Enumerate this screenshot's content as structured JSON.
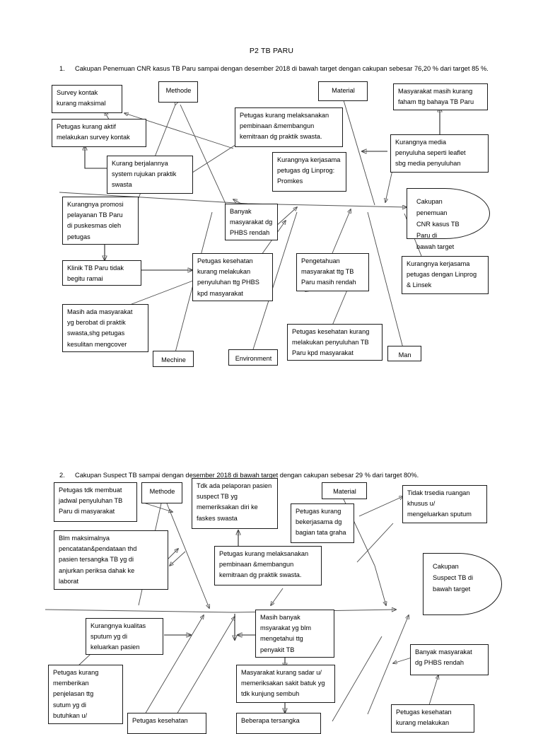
{
  "document": {
    "title": "P2 TB PARU"
  },
  "sections": [
    {
      "number": "1.",
      "statement": "Cakupan Penemuan CNR kasus TB Paru sampai dengan desember 2018 di bawah target dengan cakupan sebesar 76,20 % dari target 85 %.",
      "effect": "Cakupan penemuan\nCNR kasus TB Paru di\nbawah target",
      "categories": [
        {
          "label": "Methode"
        },
        {
          "label": "Material"
        },
        {
          "label": "Mechine"
        },
        {
          "label": "Environment"
        },
        {
          "label": "Man"
        }
      ],
      "causes": [
        {
          "id": "d1c1",
          "text": "Survey kontak\nkurang maksimal"
        },
        {
          "id": "d1c2",
          "text": "Petugas kurang aktif\nmelakukan survey kontak"
        },
        {
          "id": "d1c3",
          "text": "Kurang berjalannya\nsystem rujukan praktik\nswasta"
        },
        {
          "id": "d1c4",
          "text": "Kurangnya promosi\npelayanan TB Paru\ndi puskesmas oleh\npetugas"
        },
        {
          "id": "d1c5",
          "text": "Klinik TB Paru tidak\nbegitu ramai"
        },
        {
          "id": "d1c6",
          "text": "Masih ada masyarakat\nyg berobat di praktik\nswasta,shg petugas\nkesulitan mengcover"
        },
        {
          "id": "d1c7",
          "text": "Petugas kurang melaksanakan\npembinaan &membangun\nkemitraan dg praktik swasta."
        },
        {
          "id": "d1c8",
          "text": "Kurangnya kerjasama\npetugas dg Linprog:\nPromkes"
        },
        {
          "id": "d1c9",
          "text": "Banyak\nmasyarakat dg\nPHBS rendah"
        },
        {
          "id": "d1c10",
          "text": "Petugas kesehatan\nkurang melakukan\npenyuluhan ttg PHBS\nkpd masyarakat"
        },
        {
          "id": "d1c11",
          "text": "Pengetahuan\nmasyarakat ttg TB\nParu masih rendah"
        },
        {
          "id": "d1c12",
          "text": "Petugas kesehatan kurang\nmelakukan penyuluhan TB\nParu kpd masyarakat"
        },
        {
          "id": "d1c13",
          "text": "Masyarakat masih kurang\nfaham ttg bahaya TB Paru"
        },
        {
          "id": "d1c14",
          "text": "Kurangnya media\npenyuluha seperti leaflet\nsbg media penyuluhan"
        },
        {
          "id": "d1c15",
          "text": "Kurangnya kerjasama\npetugas dengan Linprog\n& Linsek"
        }
      ]
    },
    {
      "number": "2.",
      "statement": "Cakupan Suspect TB  sampai dengan desember 2018 di bawah target dengan cakupan sebesar 29 % dari target 80%.",
      "effect": "Cakupan\nSuspect TB  di\nbawah target",
      "categories": [
        {
          "label": "Methode"
        },
        {
          "label": "Material"
        }
      ],
      "causes": [
        {
          "id": "d2c1",
          "text": "Petugas tdk membuat\njadwal penyuluhan TB\nParu di masyarakat"
        },
        {
          "id": "d2c2",
          "text": "Tdk ada pelaporan pasien\nsuspect TB yg\nmemeriksakan diri ke\nfaskes swasta"
        },
        {
          "id": "d2c3",
          "text": "Blm maksimalnya\npencatatan&pendataan thd\npasien tersangka TB yg di\nanjurkan periksa dahak ke\nlaborat"
        },
        {
          "id": "d2c4",
          "text": "Petugas kurang melaksanakan\npembinaan &membangun\nkemitraan dg praktik swasta."
        },
        {
          "id": "d2c5",
          "text": "Petugas kurang\nbekerjasama dg\nbagian tata graha"
        },
        {
          "id": "d2c6",
          "text": "Tidak trsedia ruangan\nkhusus u/\nmengeluarkan sputum"
        },
        {
          "id": "d2c7",
          "text": "Kurangnya kualitas\nsputum yg di\nkeluarkan pasien"
        },
        {
          "id": "d2c8",
          "text": "Masih banyak\nmsyarakat yg blm\nmengetahui ttg\npenyakit TB"
        },
        {
          "id": "d2c9",
          "text": "Petugas kurang\nmemberikan\npenjelasan ttg\nsutum yg di\nbutuhkan u/"
        },
        {
          "id": "d2c10",
          "text": "Masyarakat kurang sadar u/\nmemeriksakan sakit batuk yg\ntdk kunjung sembuh"
        },
        {
          "id": "d2c11",
          "text": "Banyak masyarakat\ndg PHBS rendah"
        },
        {
          "id": "d2c12",
          "text": "Petugas kesehatan"
        },
        {
          "id": "d2c13",
          "text": "Beberapa tersangka"
        },
        {
          "id": "d2c14",
          "text": "Petugas kesehatan\nkurang melakukan"
        }
      ]
    }
  ]
}
